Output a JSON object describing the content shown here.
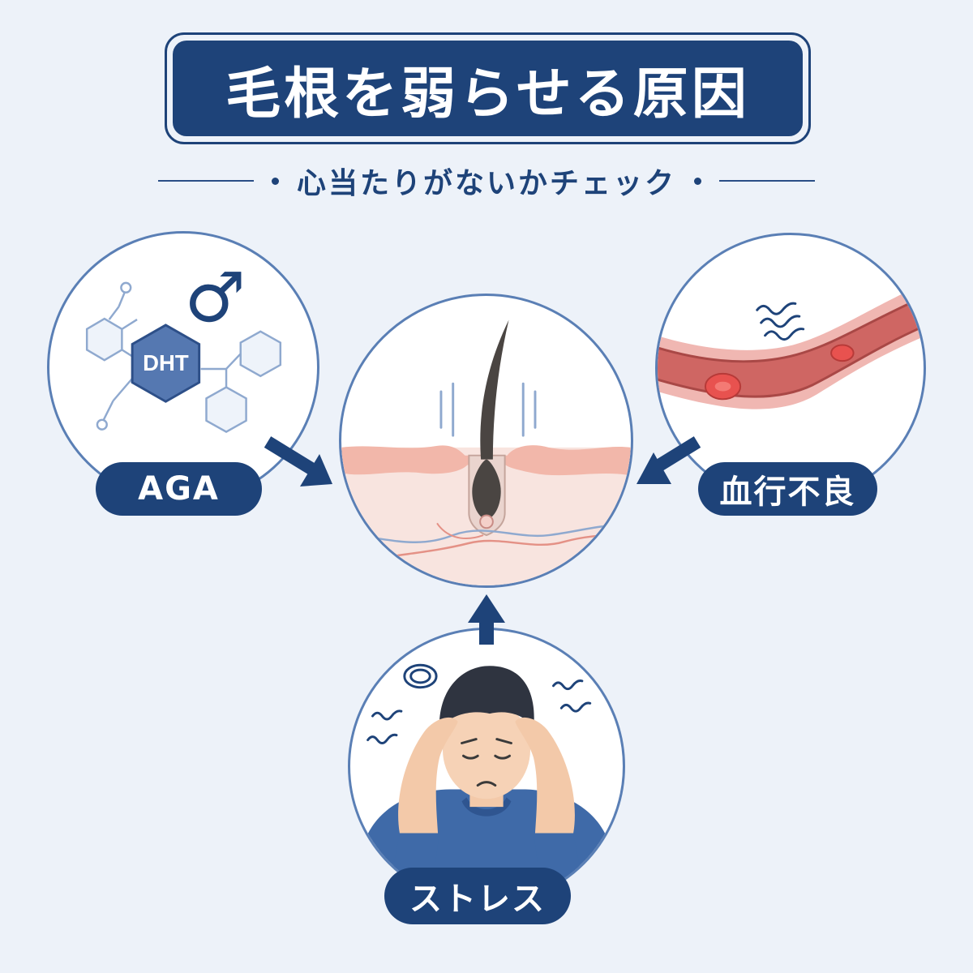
{
  "title": "毛根を弱らせる原因",
  "subtitle": "心当たりがないかチェック",
  "causes": [
    {
      "label": "AGA",
      "badge": "DHT",
      "symbol": "♂"
    },
    {
      "label": "血行不良"
    },
    {
      "label": "ストレス"
    }
  ],
  "colors": {
    "navy": "#1e4379",
    "background": "#edf2f9",
    "circle_border": "#5a7fb5",
    "skin": "#f6ddd5",
    "vessel": "#c9595a"
  }
}
